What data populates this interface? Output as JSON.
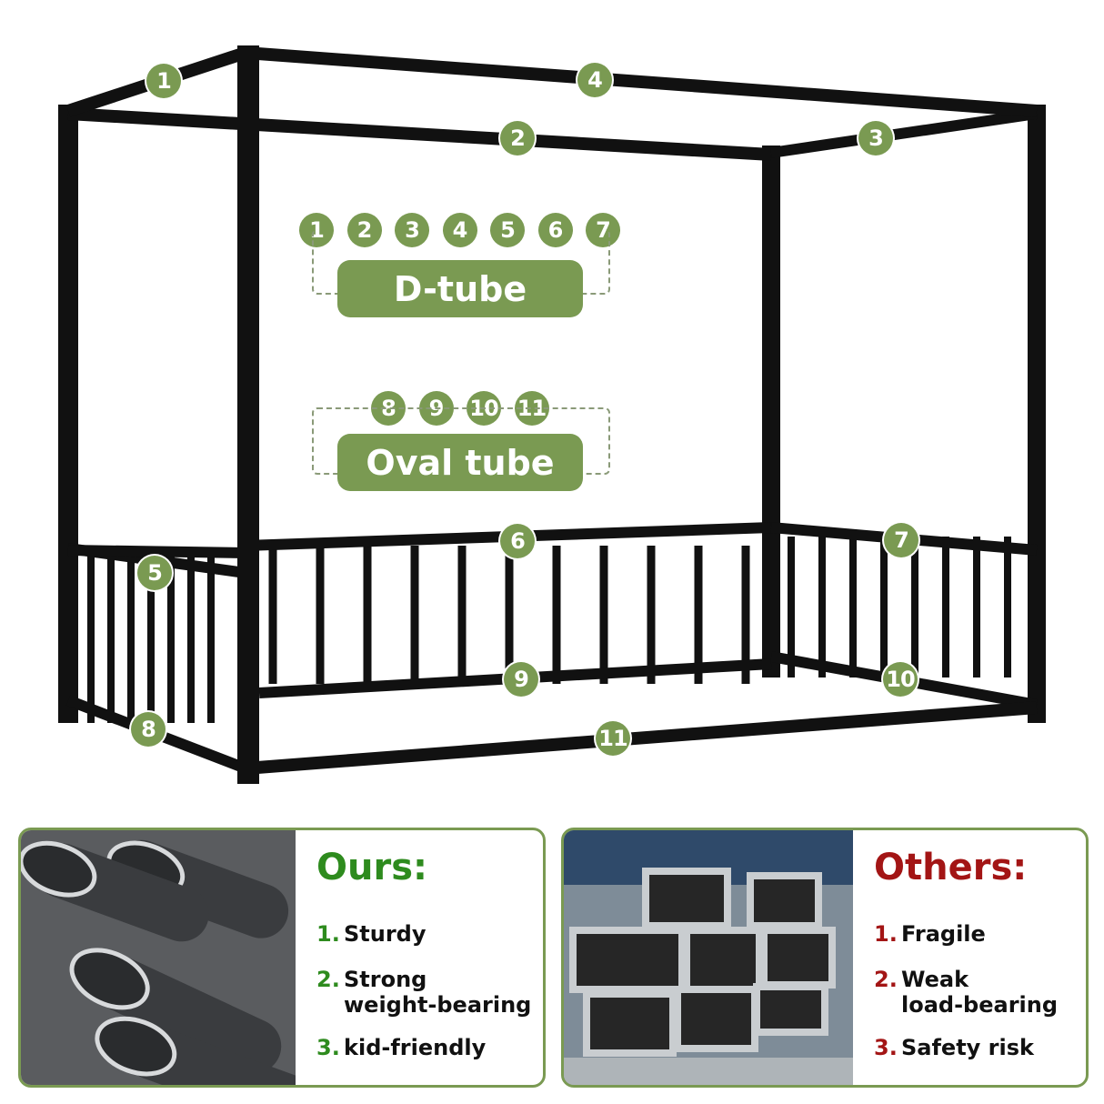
{
  "colors": {
    "accent": "#7a9a52",
    "ours": "#2e8b1e",
    "others": "#a31515",
    "frame": "#111111"
  },
  "frame_labels": [
    "1",
    "2",
    "3",
    "4",
    "5",
    "6",
    "7",
    "8",
    "9",
    "10",
    "11"
  ],
  "legend": {
    "d_tube": {
      "numbers": [
        "1",
        "2",
        "3",
        "4",
        "5",
        "6",
        "7"
      ],
      "label": "D-tube"
    },
    "oval_tube": {
      "numbers": [
        "8",
        "9",
        "10",
        "11"
      ],
      "label": "Oval tube"
    }
  },
  "ours": {
    "title": "Ours:",
    "image": "black-oval-tubes",
    "items": [
      {
        "num": "1.",
        "text": "Sturdy"
      },
      {
        "num": "2.",
        "text": "Strong",
        "text2": "weight-bearing"
      },
      {
        "num": "3.",
        "text": "kid-friendly"
      }
    ]
  },
  "others": {
    "title": "Others:",
    "image": "silver-square-tubes",
    "items": [
      {
        "num": "1.",
        "text": "Fragile"
      },
      {
        "num": "2.",
        "text": "Weak",
        "text2": "load-bearing"
      },
      {
        "num": "3.",
        "text": "Safety risk"
      }
    ]
  }
}
